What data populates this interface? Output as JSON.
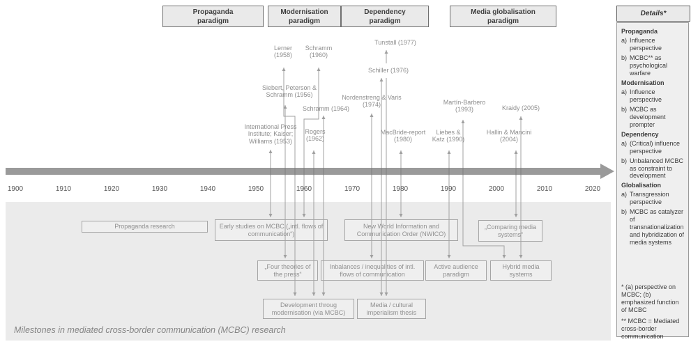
{
  "figure": {
    "caption": "Milestones in mediated cross-border communication (MCBC) research"
  },
  "paradigms": [
    {
      "label": "Propaganda\nparadigm"
    },
    {
      "label": "Modernisation\nparadigm"
    },
    {
      "label": "Dependency\nparadigm"
    },
    {
      "label": "Media globalisation\nparadigm"
    }
  ],
  "timeline": {
    "years": [
      "1900",
      "1910",
      "1920",
      "1930",
      "1940",
      "1950",
      "1960",
      "1970",
      "1980",
      "1990",
      "2000",
      "2010",
      "2020"
    ]
  },
  "events": [
    {
      "year": 1953,
      "label": "International Press Institute; Kaiser; Williams (1953)"
    },
    {
      "year": 1956,
      "label": "Siebert, Peterson & Schramm (1956)"
    },
    {
      "year": 1958,
      "label": "Lerner (1958)"
    },
    {
      "year": 1960,
      "label": "Schramm (1960)"
    },
    {
      "year": 1962,
      "label": "Rogers (1962)"
    },
    {
      "year": 1964,
      "label": "Schramm (1964)"
    },
    {
      "year": 1974,
      "label": "Nordenstreng & Varis (1974)"
    },
    {
      "year": 1976,
      "label": "Schiller (1976)"
    },
    {
      "year": 1977,
      "label": "Tunstall (1977)"
    },
    {
      "year": 1980,
      "label": "MacBride-report (1980)"
    },
    {
      "year": 1990,
      "label": "Liebes & Katz (1990)"
    },
    {
      "year": 1993,
      "label": "Martín-Barbero (1993)"
    },
    {
      "year": 2004,
      "label": "Hallin & Mancini (2004)"
    },
    {
      "year": 2005,
      "label": "Kraidy (2005)"
    }
  ],
  "research_areas": [
    {
      "label": "Propaganda research"
    },
    {
      "label": "Early studies on MCBC („intl. flows of communication“)"
    },
    {
      "label": "New World Information and Communication Order (NWICO)"
    },
    {
      "label": "„Comparing media systems“"
    },
    {
      "label": "„Four theories of the press“"
    },
    {
      "label": "Inbalances / inequalities of intl. flows of communication"
    },
    {
      "label": "Active audience paradigm"
    },
    {
      "label": "Hybrid media systems"
    },
    {
      "label": "Development throug modernisation (via MCBC)"
    },
    {
      "label": "Media / cultural imperialism thesis"
    }
  ],
  "details_panel": {
    "title": "Details*",
    "sections": [
      {
        "title": "Propaganda",
        "items": [
          {
            "m": "a)",
            "t": "Influence perspective"
          },
          {
            "m": "b)",
            "t": "MCBC** as psychological warfare"
          }
        ]
      },
      {
        "title": "Modernisation",
        "items": [
          {
            "m": "a)",
            "t": "Influence perspective"
          },
          {
            "m": "b)",
            "t": "MCBC as development prompter"
          }
        ]
      },
      {
        "title": "Dependency",
        "items": [
          {
            "m": "a)",
            "t": "(Critical) influence perspective"
          },
          {
            "m": "b)",
            "t": "Unbalanced MCBC as constraint to development"
          }
        ]
      },
      {
        "title": "Globalisation",
        "items": [
          {
            "m": "a)",
            "t": "Transgression perspective"
          },
          {
            "m": "b)",
            "t": "MCBC as catalyzer of transnationalization and hybridization of media systems"
          }
        ]
      }
    ],
    "footnotes": [
      "* (a) perspective on MCBC; (b) emphasized function of MCBC",
      "** MCBC = Mediated cross-border communication"
    ]
  },
  "colors": {
    "timeline_bar": "#9a9a9a",
    "connector": "#a2a2a2",
    "panel_bg": "#ebebeb"
  }
}
